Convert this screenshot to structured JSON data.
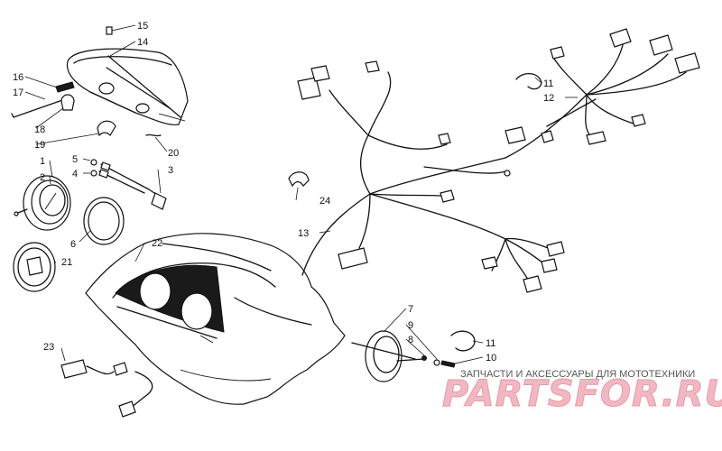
{
  "callouts": {
    "c1": "1",
    "c2": "2",
    "c3": "3",
    "c4": "4",
    "c5": "5",
    "c6": "6",
    "c7": "7",
    "c8": "8",
    "c9": "9",
    "c10": "10",
    "c11a": "11",
    "c11b": "11",
    "c12": "12",
    "c13": "13",
    "c14": "14",
    "c15": "15",
    "c16": "16",
    "c17": "17",
    "c18": "18",
    "c19": "19",
    "c20": "20",
    "c21": "21",
    "c22": "22",
    "c23": "23",
    "c24": "24"
  },
  "watermark": {
    "caption": "ЗАПЧАСТИ И АКСЕССУАРЫ ДЛЯ МОТОТЕХНИКИ",
    "brand": "PARTSFOR.RU",
    "brand_color": "#f1b8c2"
  },
  "colors": {
    "line": "#111111",
    "background": "#ffffff"
  }
}
